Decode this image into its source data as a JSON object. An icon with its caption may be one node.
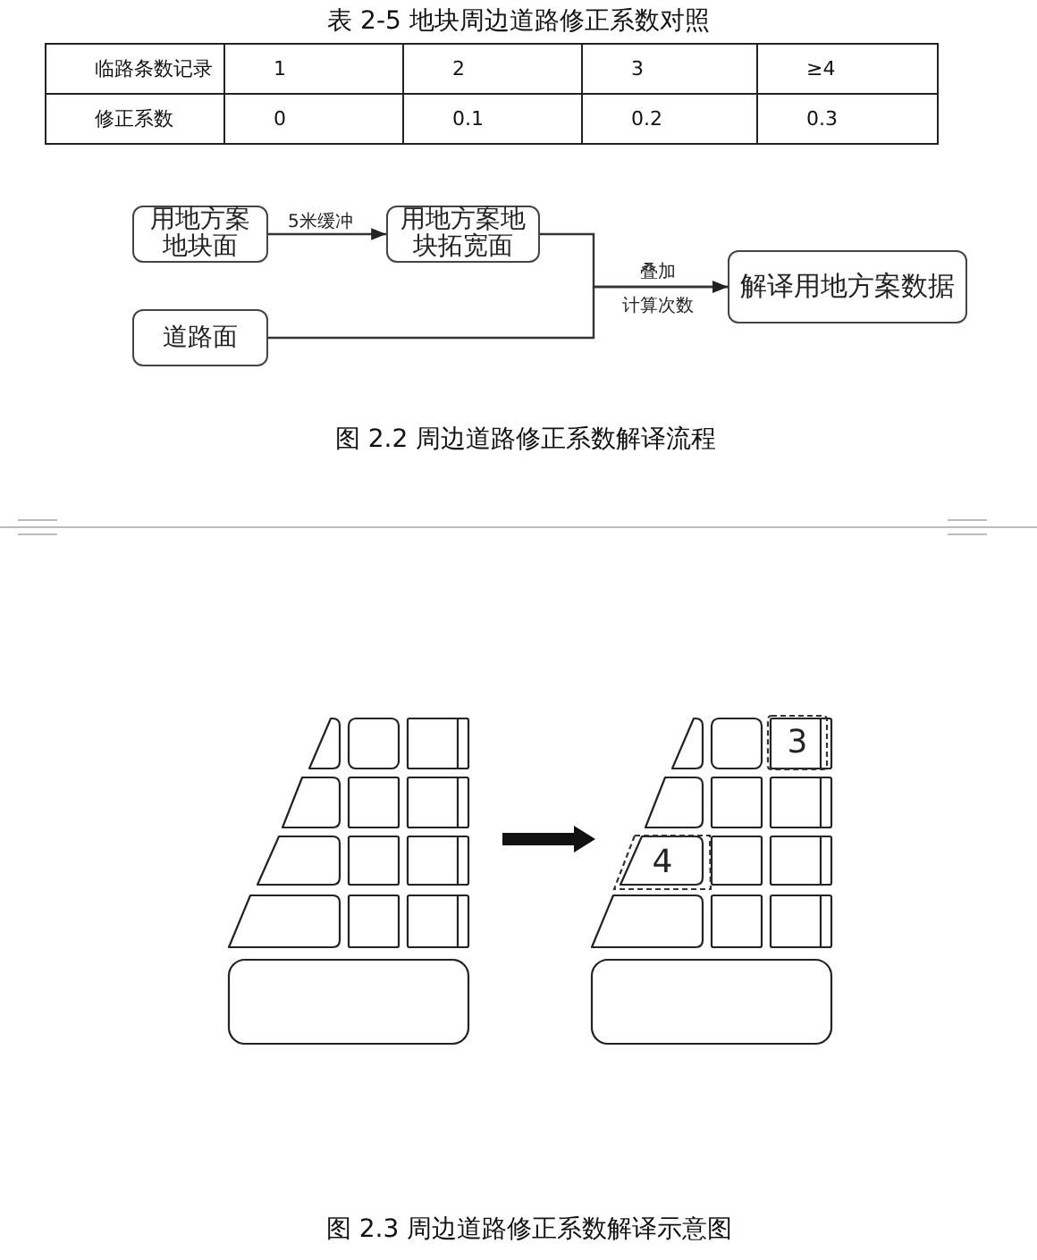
{
  "diagram": {
    "title": "表 2-5 地块周边道路修正系数对照",
    "nodes": [
      {
        "text": [
          "用地方案地块面"
        ]
      },
      {
        "text": [
          "用地方案地块拓宽面"
        ]
      },
      {
        "text": [
          "道路面"
        ]
      },
      {
        "text": [
          "解译用地方案数据"
        ]
      },
      {
        "text": [
          "3"
        ]
      },
      {
        "text": [
          "4"
        ]
      }
    ],
    "edges": [
      {
        "from": 0,
        "to": 1,
        "arrow": "to",
        "label": "5米缓冲"
      },
      {
        "from": 1,
        "to": 3,
        "arrow": "to",
        "label": "叠加"
      },
      {
        "from": 2,
        "to": 3,
        "arrow": "to",
        "label": "计算次数"
      }
    ],
    "labels": [
      "临路条数记录",
      "1",
      "2",
      "3",
      "≥4",
      "修正系数",
      "0",
      "0.1",
      "0.2",
      "0.3",
      "图 2.2 周边道路修正系数解译流程",
      "图 2.3 周边道路修正系数解译示意图"
    ]
  }
}
